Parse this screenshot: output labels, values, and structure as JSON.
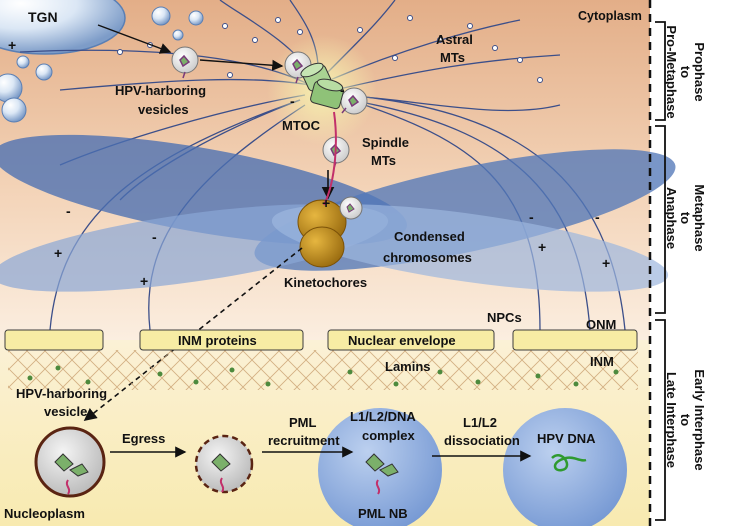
{
  "labels": {
    "tgn": "TGN",
    "cytoplasm": "Cytoplasm",
    "astral_mts_1": "Astral",
    "astral_mts_2": "MTs",
    "hpv_vesicles_1": "HPV-harboring",
    "hpv_vesicles_2": "vesicles",
    "mtoc": "MTOC",
    "spindle_1": "Spindle",
    "spindle_2": "MTs",
    "condensed_1": "Condensed",
    "condensed_2": "chromosomes",
    "kinetochores": "Kinetochores",
    "npcs": "NPCs",
    "onm": "ONM",
    "inm_proteins": "INM proteins",
    "nuclear_envelope": "Nuclear envelope",
    "lamins": "Lamins",
    "inm": "INM",
    "hpv_vesicle_1": "HPV-harboring",
    "hpv_vesicle_2": "vesicle",
    "egress": "Egress",
    "pml_rec_1": "PML",
    "pml_rec_2": "recruitment",
    "complex_1": "L1/L2/DNA",
    "complex_2": "complex",
    "l1l2_1": "L1/L2",
    "l1l2_2": "dissociation",
    "hpv_dna": "HPV DNA",
    "nucleoplasm": "Nucleoplasm",
    "pml_nb": "PML NB"
  },
  "phases": {
    "p1_line1": "Prophase",
    "p1_line2": "to",
    "p1_line3": "Pro-Metaphase",
    "p2_line1": "Metaphase",
    "p2_line2": "to",
    "p2_line3": "Anaphase",
    "p3_line1": "Early Interphase",
    "p3_line2": "to",
    "p3_line3": "Late Interphase"
  },
  "signs": {
    "plus": "+",
    "minus": "-"
  },
  "colors": {
    "cytoplasm_top": "#e6b592",
    "cytoplasm_bottom": "#fbebd9",
    "nucleoplasm": "#fbf2c8",
    "chromosome": "#4f78b8",
    "kinetochore": "#c99422",
    "envelope": "#f7eca4",
    "pml_body": "#7d9fd8",
    "mtoc": "#9ccc84"
  }
}
